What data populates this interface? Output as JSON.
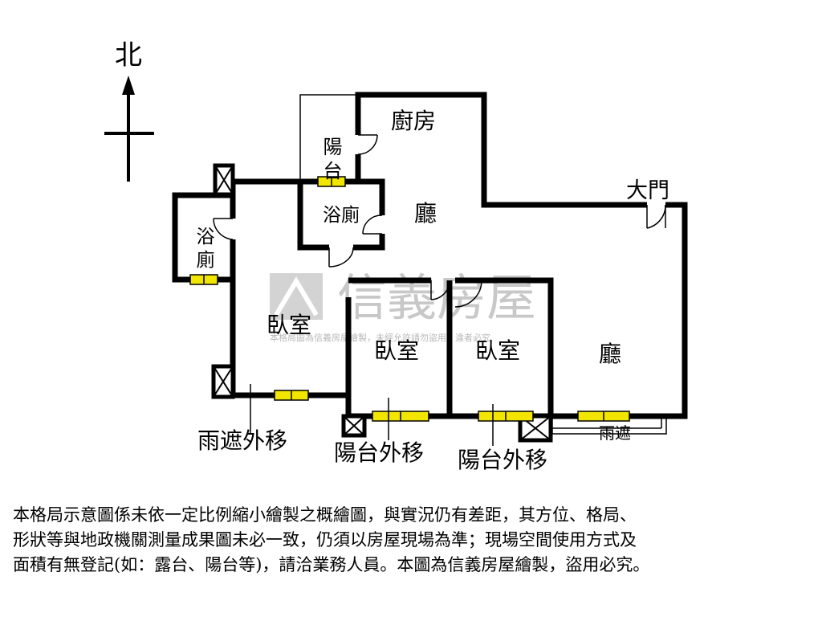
{
  "compass": {
    "label": "北"
  },
  "rooms": {
    "balcony_north": "陽台",
    "kitchen": "廚房",
    "bath_center": "浴廁",
    "living_top": "廳",
    "bath_left": "浴廁",
    "bedroom_1": "臥室",
    "bedroom_2": "臥室",
    "bedroom_3": "臥室",
    "living_main": "廳",
    "main_door": "大門",
    "canopy": "雨遮"
  },
  "annotations": {
    "canopy_relocated": "雨遮外移",
    "balcony_relocated_1": "陽台外移",
    "balcony_relocated_2": "陽台外移"
  },
  "watermark": {
    "brand": "信義房屋",
    "note": "本格局圖為信義房屋繪製，未經允許請勿盜用，違者必究"
  },
  "disclaimer": [
    "本格局示意圖係未依一定比例縮小繪製之概繪圖，與實況仍有差距，其方位、格局、",
    "形狀等與地政機關測量成果圖未必一致，仍須以房屋現場為準；現場空間使用方式及",
    "面積有無登記(如：露台、陽台等)，請洽業務人員。本圖為信義房屋繪製，盜用必究。"
  ],
  "colors": {
    "wall": "#000000",
    "window": "#f2e600",
    "watermark": "#c8c8c8"
  }
}
